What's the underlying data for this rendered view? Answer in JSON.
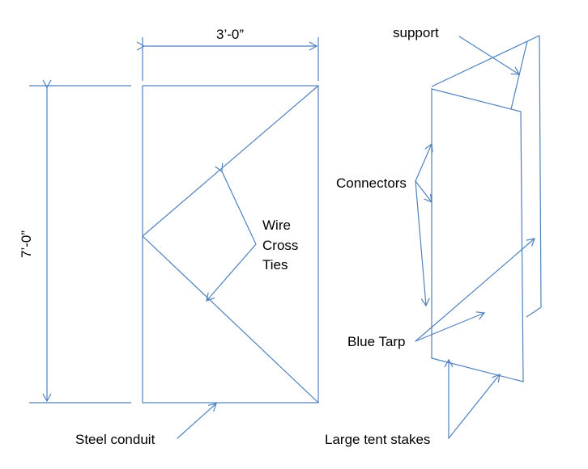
{
  "colors": {
    "line": "#4f81bd",
    "text": "#000000",
    "background": "#ffffff"
  },
  "front_view": {
    "width_dimension": "3’-0”",
    "height_dimension": "7’-0”",
    "wire_label_lines": [
      "Wire",
      "Cross",
      "Ties"
    ],
    "conduit_label": "Steel conduit"
  },
  "side_view": {
    "support_label": "support",
    "connectors_label": "Connectors",
    "tarp_label": "Blue Tarp",
    "stakes_label": "Large tent stakes"
  }
}
